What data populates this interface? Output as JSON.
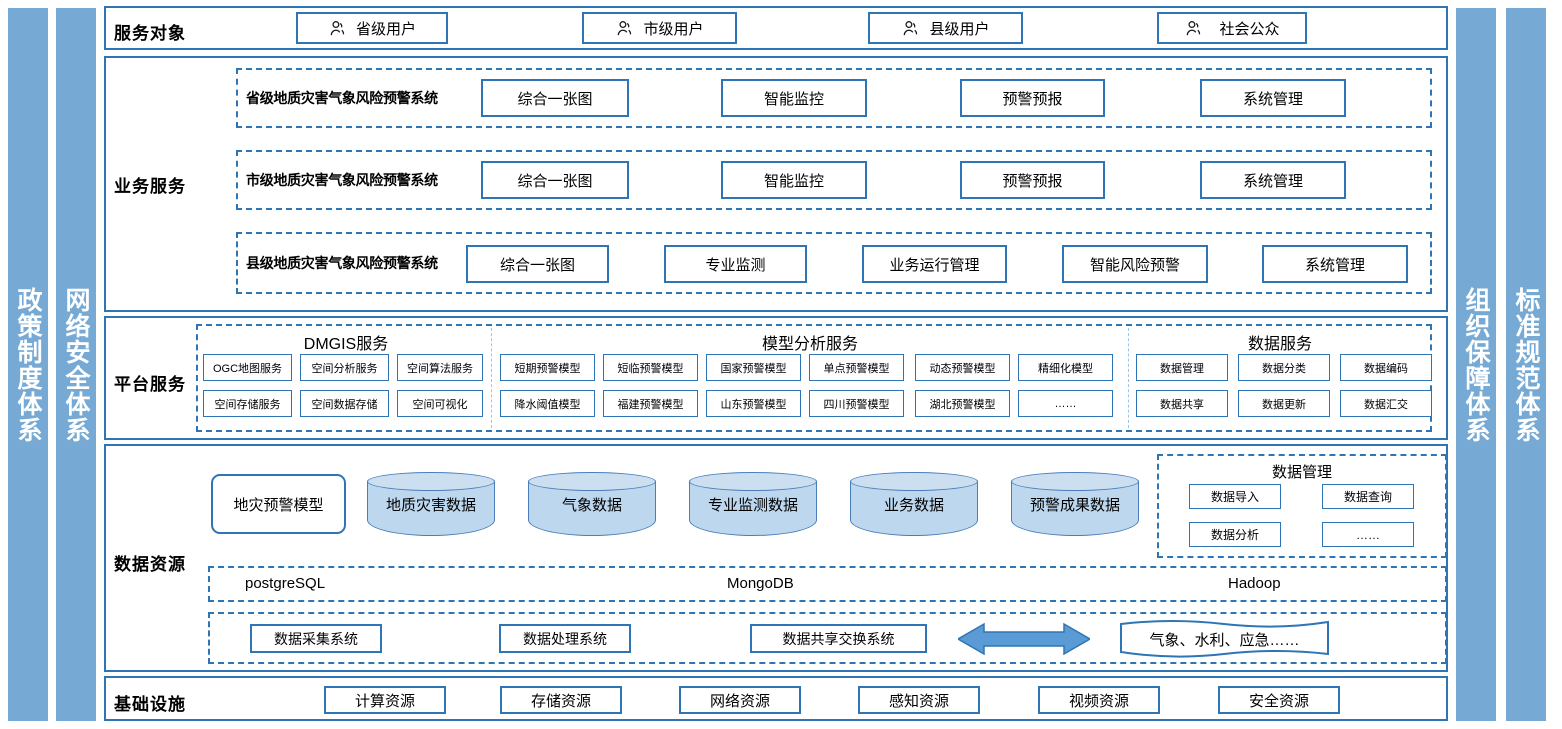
{
  "pillars": {
    "left": [
      {
        "name": "policy-system",
        "label": "政策制度体系"
      },
      {
        "name": "network-security-system",
        "label": "网络安全体系"
      }
    ],
    "right": [
      {
        "name": "organization-guarantee-system",
        "label": "组织保障体系"
      },
      {
        "name": "standard-specification-system",
        "label": "标准规范体系"
      }
    ],
    "color": "#76AAD4"
  },
  "layers": {
    "audience": {
      "label": "服务对象",
      "items": [
        {
          "label": "省级用户",
          "icon": "person-icon"
        },
        {
          "label": "市级用户",
          "icon": "person-icon"
        },
        {
          "label": "县级用户",
          "icon": "person-icon"
        },
        {
          "label": "社会公众",
          "icon": "person-icon"
        }
      ]
    },
    "business": {
      "label": "业务服务",
      "rows": [
        {
          "system": "省级地质灾害气象风险预警系统",
          "modules": [
            "综合一张图",
            "智能监控",
            "预警预报",
            "系统管理"
          ]
        },
        {
          "system": "市级地质灾害气象风险预警系统",
          "modules": [
            "综合一张图",
            "智能监控",
            "预警预报",
            "系统管理"
          ]
        },
        {
          "system": "县级地质灾害气象风险预警系统",
          "modules": [
            "综合一张图",
            "专业监测",
            "业务运行管理",
            "智能风险预警",
            "系统管理"
          ]
        }
      ]
    },
    "platform": {
      "label": "平台服务",
      "groups": [
        {
          "title": "DMGIS服务",
          "row1": [
            "OGC地图服务",
            "空间分析服务",
            "空间算法服务"
          ],
          "row2": [
            "空间存储服务",
            "空间数据存储",
            "空间可视化"
          ]
        },
        {
          "title": "模型分析服务",
          "row1": [
            "短期预警模型",
            "短临预警模型",
            "国家预警模型",
            "单点预警模型",
            "动态预警模型",
            "精细化模型"
          ],
          "row2": [
            "降水阈值模型",
            "福建预警模型",
            "山东预警模型",
            "四川预警模型",
            "湖北预警模型",
            "……"
          ]
        },
        {
          "title": "数据服务",
          "row1": [
            "数据管理",
            "数据分类",
            "数据编码"
          ],
          "row2": [
            "数据共享",
            "数据更新",
            "数据汇交"
          ]
        }
      ]
    },
    "data": {
      "label": "数据资源",
      "model_box": "地灾预警模型",
      "cylinders": [
        "地质灾害数据",
        "气象数据",
        "专业监测数据",
        "业务数据",
        "预警成果数据"
      ],
      "data_management": {
        "title": "数据管理",
        "items": [
          "数据导入",
          "数据查询",
          "数据分析",
          "……"
        ]
      },
      "databases": [
        "postgreSQL",
        "MongoDB",
        "Hadoop"
      ],
      "systems": [
        "数据采集系统",
        "数据处理系统",
        "数据共享交换系统"
      ],
      "arrow_icon": "double-arrow-icon",
      "external": "气象、水利、应急……"
    },
    "infrastructure": {
      "label": "基础设施",
      "items": [
        "计算资源",
        "存储资源",
        "网络资源",
        "感知资源",
        "视频资源",
        "安全资源"
      ]
    }
  },
  "colors": {
    "accent": "#2E75B6",
    "pillar": "#76AAD4",
    "cylinder_body": "#BDD7EE",
    "cylinder_top": "#CBDFF1",
    "divider": "#9DC3E6"
  }
}
